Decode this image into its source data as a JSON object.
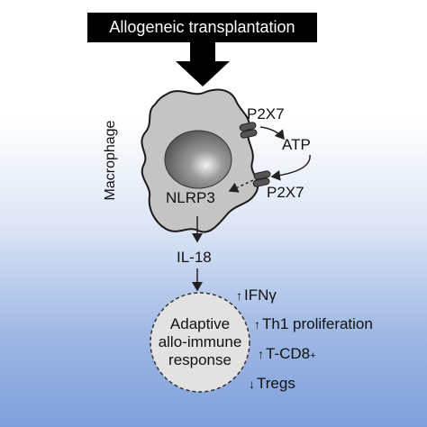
{
  "banner": {
    "text": "Allogeneic transplantation"
  },
  "cell": {
    "label": "Macrophage"
  },
  "receptors": {
    "top": "P2X7",
    "bottom": "P2X7"
  },
  "molecules": {
    "atp": "ATP",
    "nlrp3": "NLRP3",
    "il18": "IL-18"
  },
  "response": {
    "line1": "Adaptive",
    "line2": "allo-immune",
    "line3": "response"
  },
  "outcomes": [
    {
      "arrow": "↑",
      "text": "IFNγ",
      "sup": ""
    },
    {
      "arrow": "↑",
      "text": "Th1 proliferation",
      "sup": ""
    },
    {
      "arrow": "↑",
      "text": "T-CD8",
      "sup": "+"
    },
    {
      "arrow": "↓",
      "text": "Tregs",
      "sup": ""
    }
  ],
  "colors": {
    "banner_bg": "#000000",
    "cell_fill": "#c4c4c4",
    "nucleus": "#6f6f6f",
    "response_fill": "#e2e2e2",
    "bg_bottom": "#7f9fdb"
  }
}
